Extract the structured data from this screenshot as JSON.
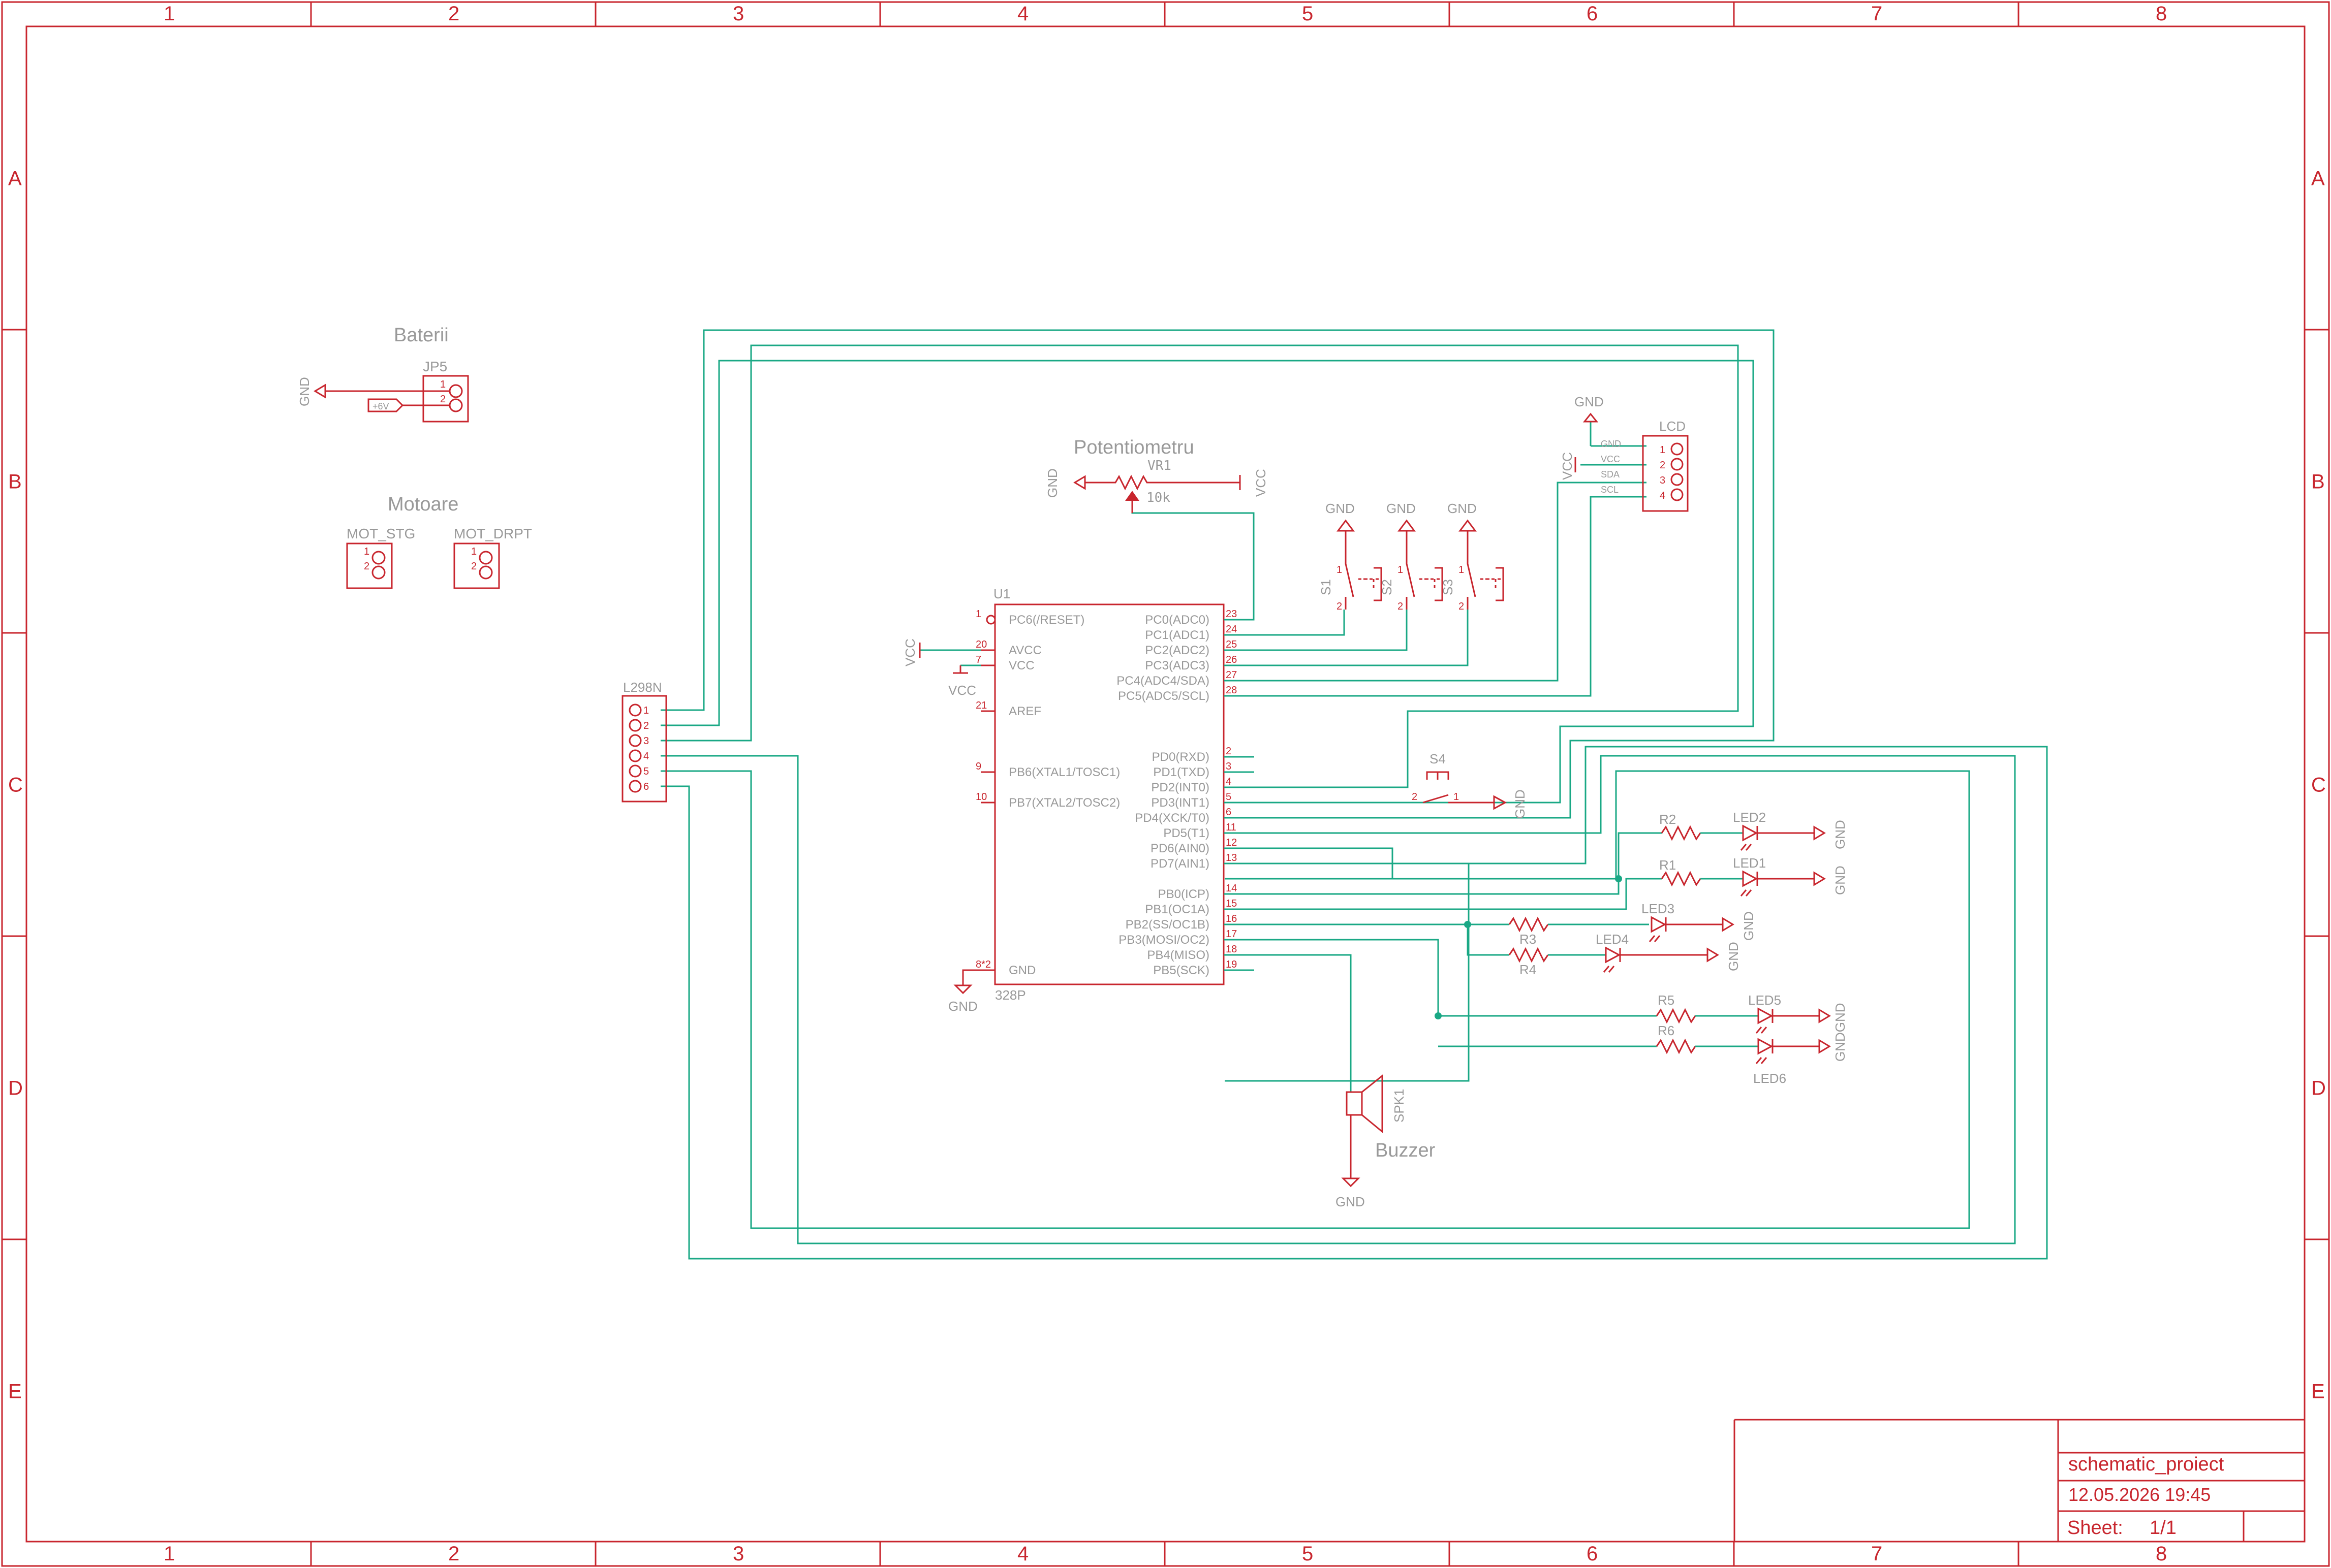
{
  "frame": {
    "columns": [
      "1",
      "2",
      "3",
      "4",
      "5",
      "6",
      "7",
      "8"
    ],
    "rows": [
      "A",
      "B",
      "C",
      "D",
      "E"
    ]
  },
  "title_block": {
    "title": "schematic_proiect",
    "date": "12.05.2026 19:45",
    "sheet_label": "Sheet:",
    "sheet_value": "1/1"
  },
  "labels": {
    "baterii": "Baterii",
    "jp5": "JP5",
    "plus6v": "+6V",
    "motoare": "Motoare",
    "mot_stg": "MOT_STG",
    "mot_drpt": "MOT_DRPT",
    "potentiometru": "Potentiometru",
    "vr1": "VR1",
    "vr1_value": "10k",
    "lcd": "LCD",
    "l298n": "L298N",
    "u1": "U1",
    "u1_value": "328P",
    "buzzer": "Buzzer",
    "spk1": "SPK1",
    "s1": "S1",
    "s2": "S2",
    "s3": "S3",
    "s4": "S4",
    "r1": "R1",
    "r2": "R2",
    "r3": "R3",
    "r4": "R4",
    "r5": "R5",
    "r6": "R6",
    "led1": "LED1",
    "led2": "LED2",
    "led3": "LED3",
    "led4": "LED4",
    "led5": "LED5",
    "led6": "LED6",
    "gnd": "GND",
    "vcc": "VCC",
    "gndgnd": "GNDGND",
    "pin1": "1",
    "pin2": "2",
    "pin3": "3",
    "pin4": "4",
    "pin5": "5",
    "pin6": "6",
    "lcd_pins": [
      "GND",
      "VCC",
      "SDA",
      "SCL"
    ]
  },
  "mcu_left_pins": [
    {
      "num": "1",
      "name": "PC6(/RESET)"
    },
    {
      "num": "20",
      "name": "AVCC"
    },
    {
      "num": "7",
      "name": "VCC"
    },
    {
      "num": "21",
      "name": "AREF"
    },
    {
      "num": "9",
      "name": "PB6(XTAL1/TOSC1)"
    },
    {
      "num": "10",
      "name": "PB7(XTAL2/TOSC2)"
    },
    {
      "num": "8*2",
      "name": "GND"
    }
  ],
  "mcu_right_pins": [
    {
      "num": "23",
      "name": "PC0(ADC0)"
    },
    {
      "num": "24",
      "name": "PC1(ADC1)"
    },
    {
      "num": "25",
      "name": "PC2(ADC2)"
    },
    {
      "num": "26",
      "name": "PC3(ADC3)"
    },
    {
      "num": "27",
      "name": "PC4(ADC4/SDA)"
    },
    {
      "num": "28",
      "name": "PC5(ADC5/SCL)"
    },
    {
      "num": "2",
      "name": "PD0(RXD)"
    },
    {
      "num": "3",
      "name": "PD1(TXD)"
    },
    {
      "num": "4",
      "name": "PD2(INT0)"
    },
    {
      "num": "5",
      "name": "PD3(INT1)"
    },
    {
      "num": "6",
      "name": "PD4(XCK/T0)"
    },
    {
      "num": "11",
      "name": "PD5(T1)"
    },
    {
      "num": "12",
      "name": "PD6(AIN0)"
    },
    {
      "num": "13",
      "name": "PD7(AIN1)"
    },
    {
      "num": "14",
      "name": "PB0(ICP)"
    },
    {
      "num": "15",
      "name": "PB1(OC1A)"
    },
    {
      "num": "16",
      "name": "PB2(SS/OC1B)"
    },
    {
      "num": "17",
      "name": "PB3(MOSI/OC2)"
    },
    {
      "num": "18",
      "name": "PB4(MISO)"
    },
    {
      "num": "19",
      "name": "PB5(SCK)"
    }
  ]
}
